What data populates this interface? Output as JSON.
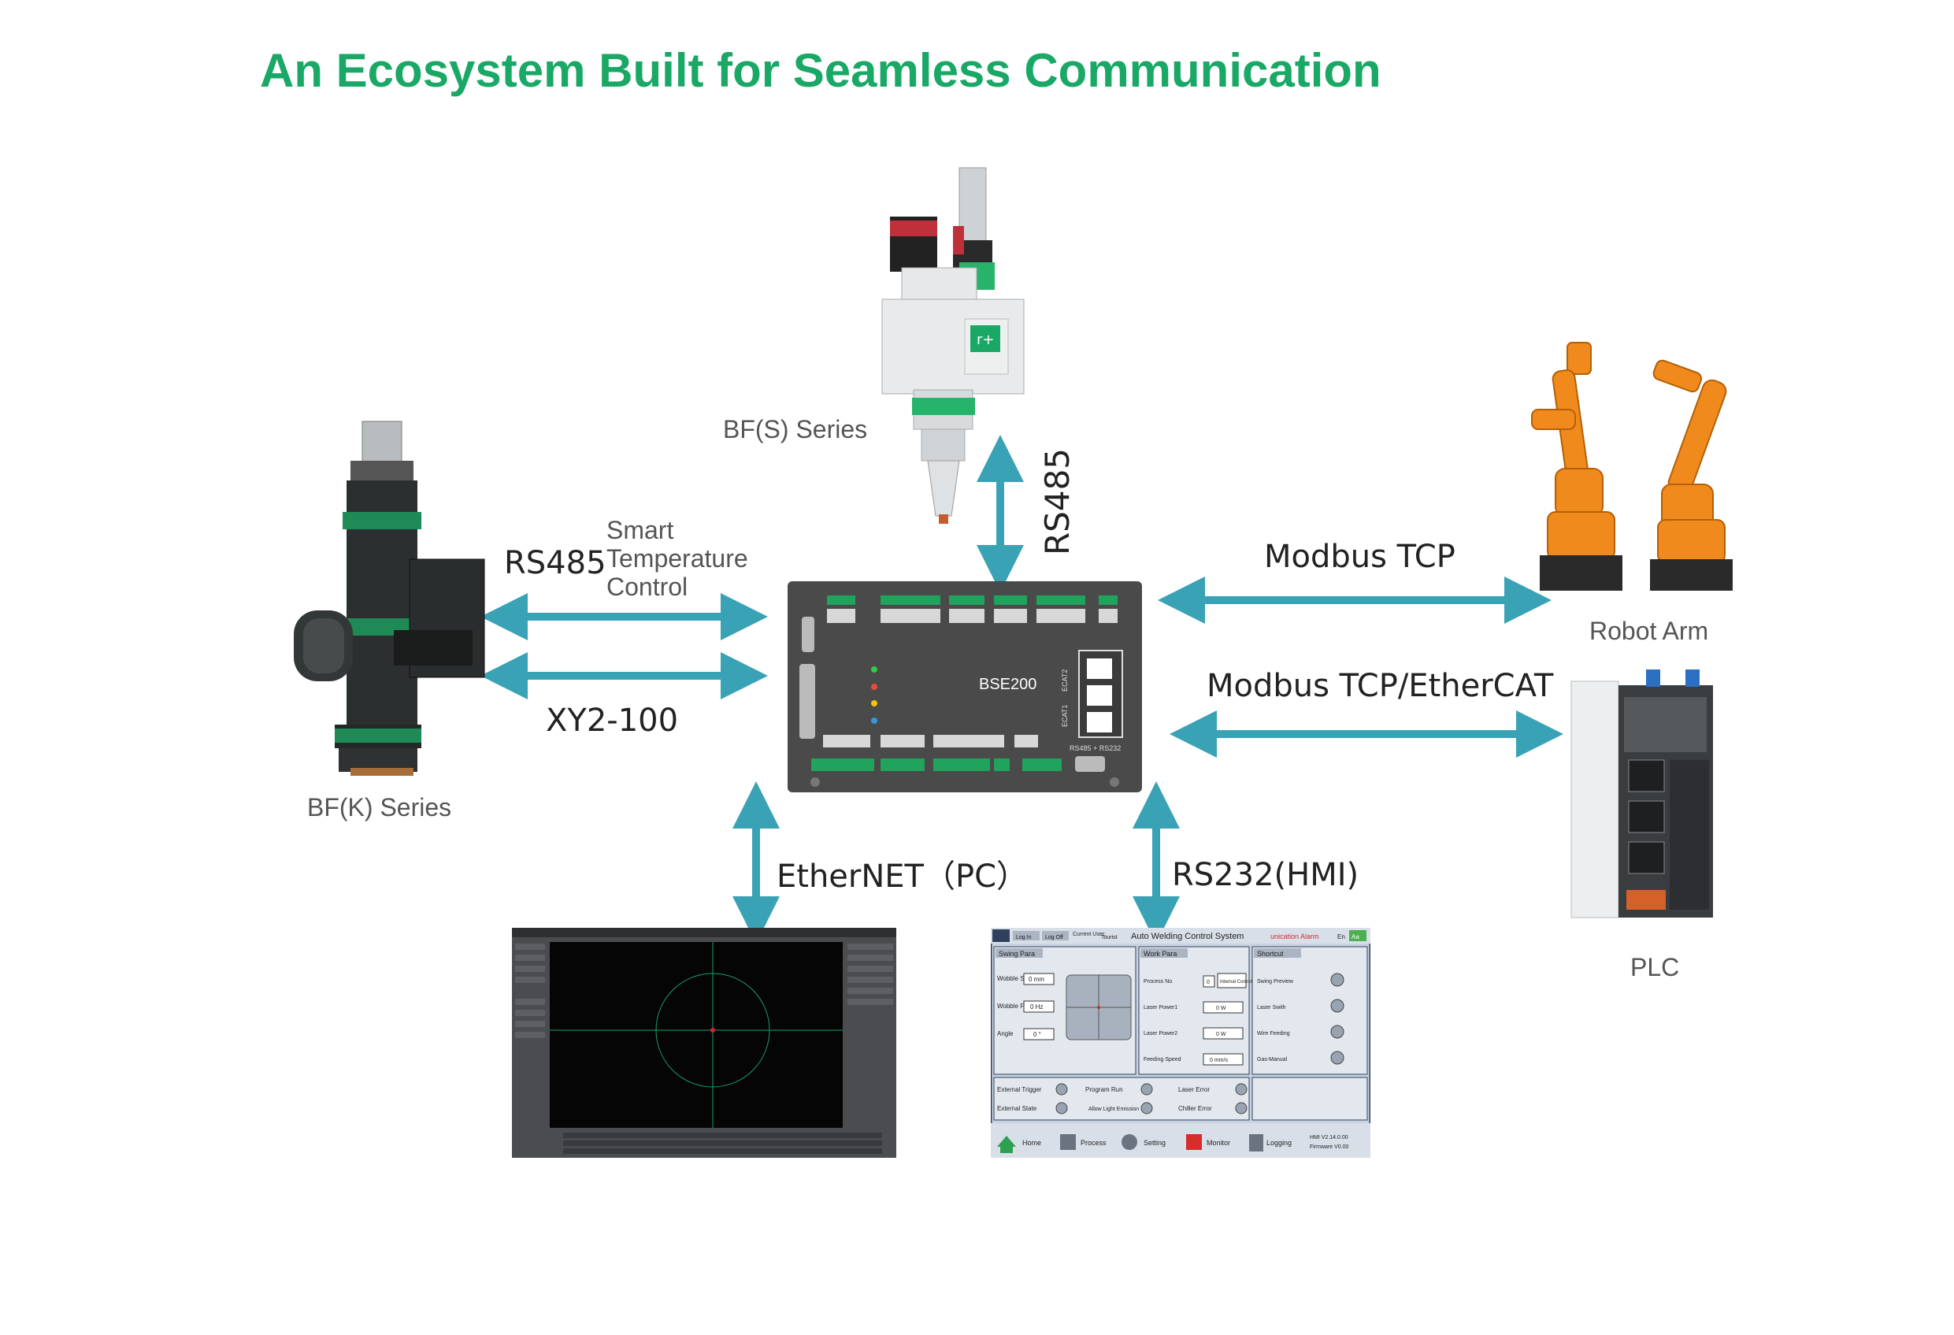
{
  "title": "An Ecosystem Built for Seamless Communication",
  "devices": {
    "bfs": "BF(S) Series",
    "bfk": "BF(K) Series",
    "robot": "Robot Arm",
    "plc": "PLC",
    "controller": "BSE200"
  },
  "links": {
    "rs485_top": "RS485",
    "rs485_left": "RS485",
    "smart_temp": [
      "Smart",
      "Temperature",
      "Control"
    ],
    "xy2": "XY2-100",
    "modbus_tcp": "Modbus TCP",
    "modbus_ethercat": "Modbus TCP/EtherCAT",
    "ethernet": "EtherNET（PC）",
    "rs232": "RS232(HMI)"
  },
  "controller_board": {
    "port_labels": [
      "ECAT2",
      "ECAT1",
      "RS485 + RS232"
    ]
  },
  "hmi": {
    "top": {
      "login": "Log In",
      "logoff": "Log Off",
      "current_user": "Current User:",
      "user": "Tourist",
      "system_title": "Auto Welding Control System",
      "alarm": "unication Alarm",
      "lang": "En",
      "lang2": "Aa"
    },
    "swing": {
      "title": "Swing Para",
      "rows": [
        {
          "label": "Wobble Size",
          "value": "0 mm"
        },
        {
          "label": "Wobble Freq",
          "value": "0 Hz"
        },
        {
          "label": "Angle",
          "value": "0 °"
        }
      ]
    },
    "work": {
      "title": "Work Para",
      "rows": [
        {
          "label": "Process No.",
          "value": "0",
          "extra": "Internal Control"
        },
        {
          "label": "Laser Power1",
          "value": "0 W"
        },
        {
          "label": "Laser Power2",
          "value": "0 W"
        },
        {
          "label": "Feeding Speed",
          "value": "0 mm/s"
        }
      ]
    },
    "shortcut": {
      "title": "Shortcut",
      "items": [
        "Swing Preview",
        "Laser Swith",
        "Wire Feeding",
        "Gas-Manual"
      ]
    },
    "status": [
      "External Trigger",
      "Program Run",
      "Laser Error",
      "External State",
      "Allow Light Emission",
      "Chiller Error"
    ],
    "nav": [
      "Home",
      "Process",
      "Setting",
      "Monitor",
      "Logging"
    ],
    "version": [
      "HMI V2.14.0.00",
      "Firmware V0.00"
    ]
  },
  "colors": {
    "title": "#1aa866",
    "arrow": "#3aa2b5",
    "board": "#4a4a4a",
    "hmi_bg": "#c9d3e0",
    "hmi_panel": "#e3e8ef",
    "hmi_header": "#2f3f5e"
  }
}
